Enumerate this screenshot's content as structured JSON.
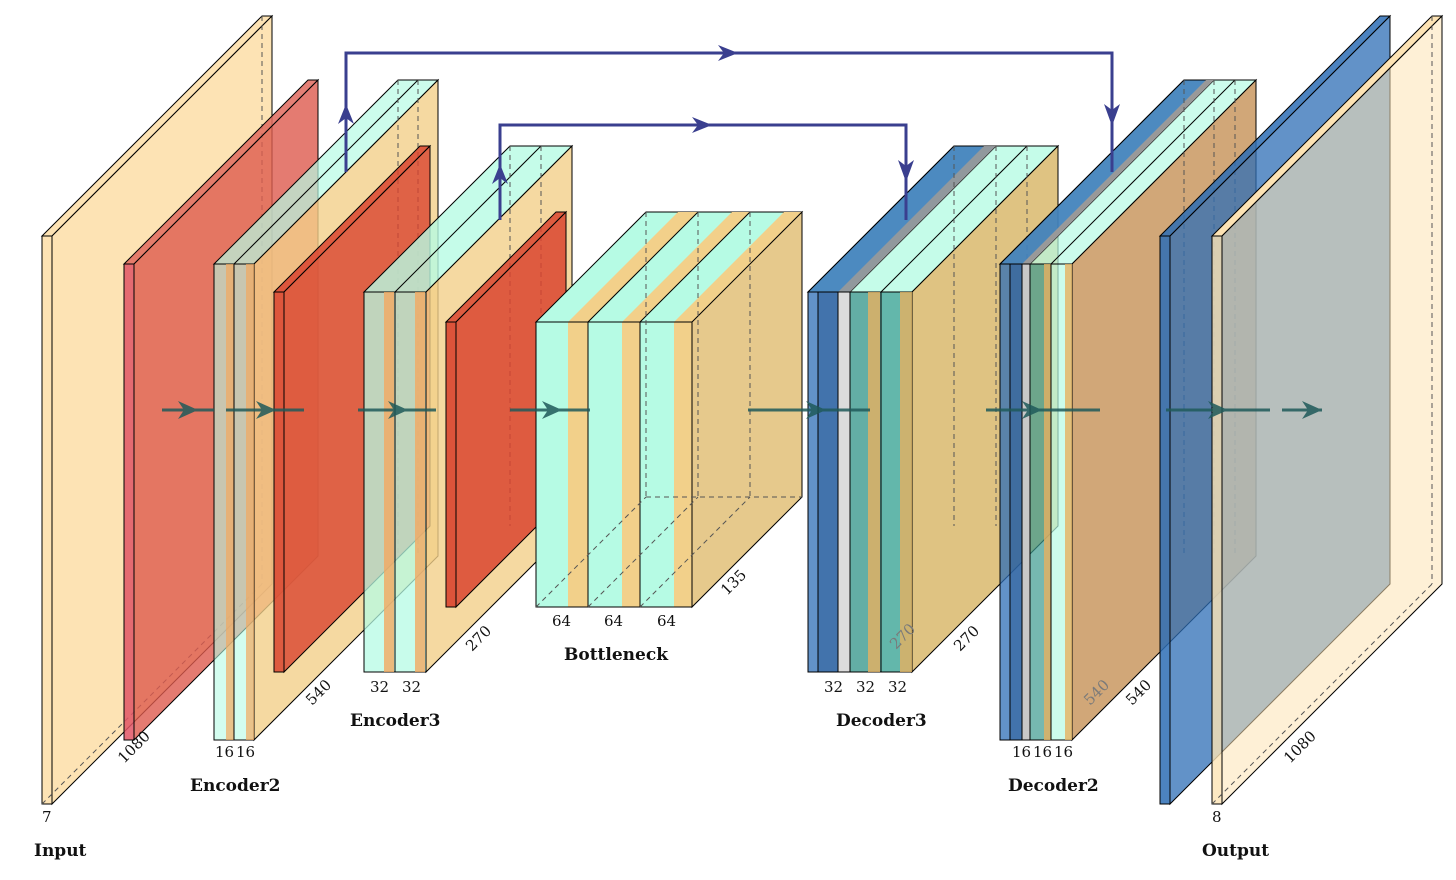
{
  "colors": {
    "conv_face": "#f2d08a",
    "conv_edge": "#9fe6d6",
    "pool": "#d9442f",
    "pool_light": "#e06a5e",
    "input_face": "#fde3b4",
    "decoder_blue": "#2d6db5",
    "bottleneck_cyan": "#b6fbe4",
    "skip_arrow": "#3a3f8f",
    "flow_arrow": "#1f5a5a"
  },
  "stages": {
    "input": "Input",
    "encoder2": "Encoder2",
    "encoder3": "Encoder3",
    "bottleneck": "Bottleneck",
    "decoder3": "Decoder3",
    "decoder2": "Decoder2",
    "output": "Output"
  },
  "dims": {
    "input_channels": "7",
    "input_size": "1080",
    "enc2_channels": [
      "16",
      "16"
    ],
    "enc2_size": "540",
    "enc3_channels": [
      "32",
      "32"
    ],
    "enc3_size": "270",
    "bottleneck_channels": [
      "64",
      "64",
      "64"
    ],
    "bottleneck_size": "135",
    "dec3_channels": [
      "32",
      "32",
      "32"
    ],
    "dec3_size": "270",
    "dec3_size_faint": "270",
    "dec2_channels": [
      "16",
      "16",
      "16"
    ],
    "dec2_size": "540",
    "dec2_size_faint": "540",
    "output_channels": "8",
    "output_size": "1080"
  }
}
